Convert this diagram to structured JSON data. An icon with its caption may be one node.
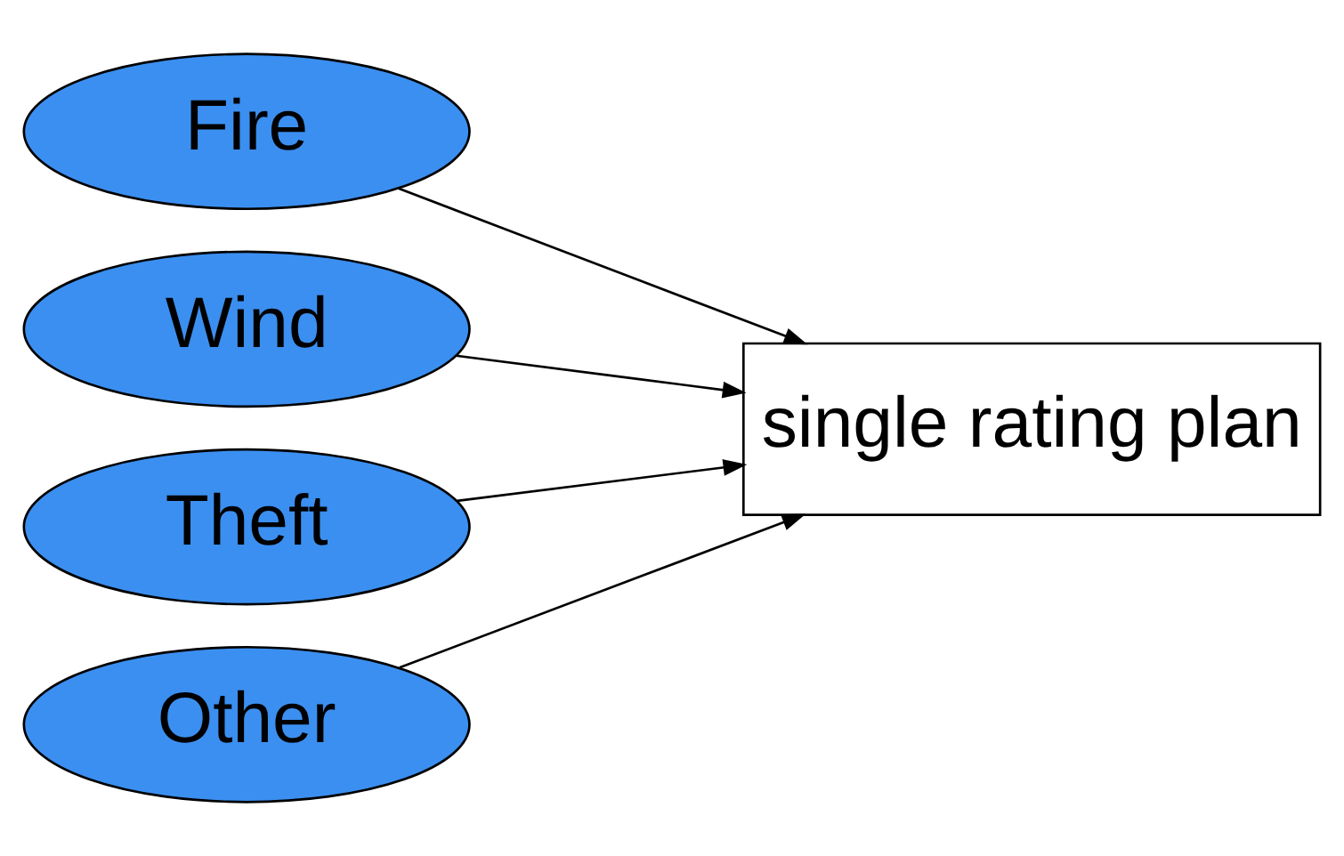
{
  "diagram": {
    "nodes": [
      {
        "text": [
          "Fire"
        ]
      },
      {
        "text": [
          "Wind"
        ]
      },
      {
        "text": [
          "Theft"
        ]
      },
      {
        "text": [
          "Other"
        ]
      },
      {
        "text": [
          "single rating plan"
        ]
      }
    ],
    "edges": [
      {
        "from": 0,
        "to": 4,
        "arrow": "to"
      },
      {
        "from": 1,
        "to": 4,
        "arrow": "to"
      },
      {
        "from": 2,
        "to": 4,
        "arrow": "to"
      },
      {
        "from": 3,
        "to": 4,
        "arrow": "to"
      }
    ]
  }
}
